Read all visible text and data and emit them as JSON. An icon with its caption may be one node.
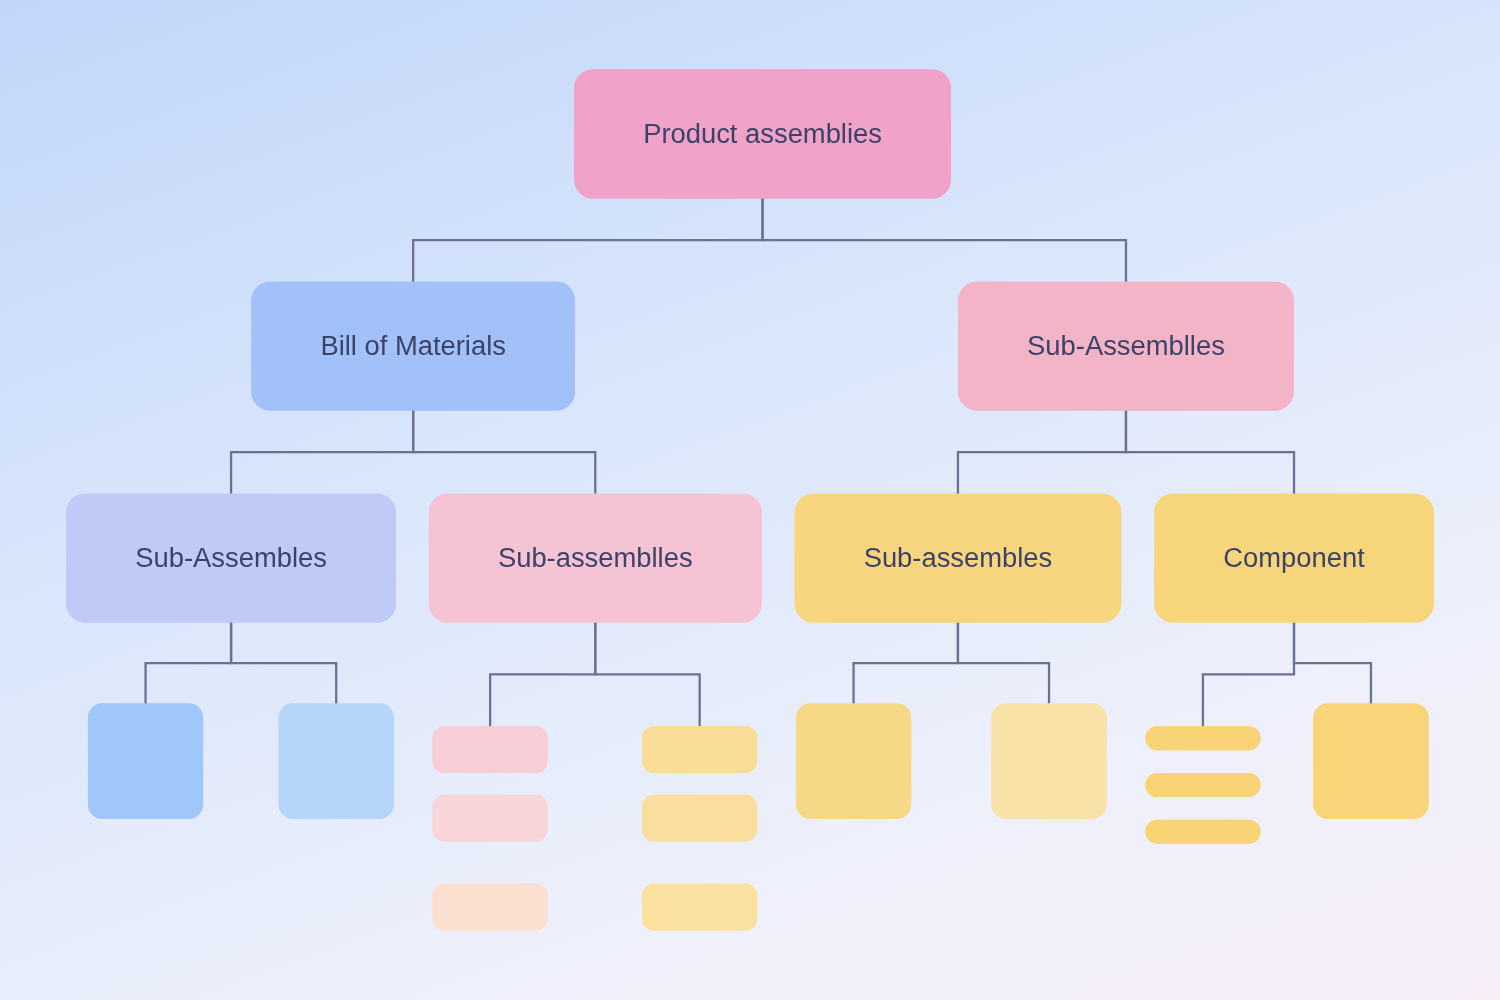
{
  "diagram": {
    "nodes": [
      {
        "text": [
          "Product assemblies"
        ]
      },
      {
        "text": [
          "Bill of Materials"
        ]
      },
      {
        "text": [
          "Sub-Assemblles"
        ]
      },
      {
        "text": [
          "Sub-Assembles"
        ]
      },
      {
        "text": [
          "Sub-assemblles"
        ]
      },
      {
        "text": [
          "Sub-assembles"
        ]
      },
      {
        "text": [
          "Component"
        ]
      },
      {
        "text": [],
        "shape": "box"
      },
      {
        "text": [],
        "shape": "box"
      },
      {
        "text": [],
        "shape": "bar"
      },
      {
        "text": [],
        "shape": "bar"
      },
      {
        "text": [],
        "shape": "bar"
      },
      {
        "text": [],
        "shape": "bar"
      },
      {
        "text": [],
        "shape": "bar"
      },
      {
        "text": [],
        "shape": "bar"
      },
      {
        "text": [],
        "shape": "box"
      },
      {
        "text": [],
        "shape": "box"
      },
      {
        "text": [],
        "shape": "bar"
      },
      {
        "text": [],
        "shape": "bar"
      },
      {
        "text": [],
        "shape": "bar"
      },
      {
        "text": [],
        "shape": "box"
      }
    ],
    "edges": [
      {
        "from": 0,
        "to": 1,
        "arrow": "none"
      },
      {
        "from": 0,
        "to": 2,
        "arrow": "none"
      },
      {
        "from": 1,
        "to": 3,
        "arrow": "none"
      },
      {
        "from": 1,
        "to": 4,
        "arrow": "none"
      },
      {
        "from": 2,
        "to": 5,
        "arrow": "none"
      },
      {
        "from": 2,
        "to": 6,
        "arrow": "none"
      },
      {
        "from": 3,
        "to": 7,
        "arrow": "none"
      },
      {
        "from": 3,
        "to": 8,
        "arrow": "none"
      },
      {
        "from": 4,
        "to": 9,
        "arrow": "none"
      },
      {
        "from": 4,
        "to": 12,
        "arrow": "none"
      },
      {
        "from": 5,
        "to": 15,
        "arrow": "none"
      },
      {
        "from": 5,
        "to": 16,
        "arrow": "none"
      },
      {
        "from": 6,
        "to": 17,
        "arrow": "none"
      },
      {
        "from": 6,
        "to": 20,
        "arrow": "none"
      }
    ]
  }
}
